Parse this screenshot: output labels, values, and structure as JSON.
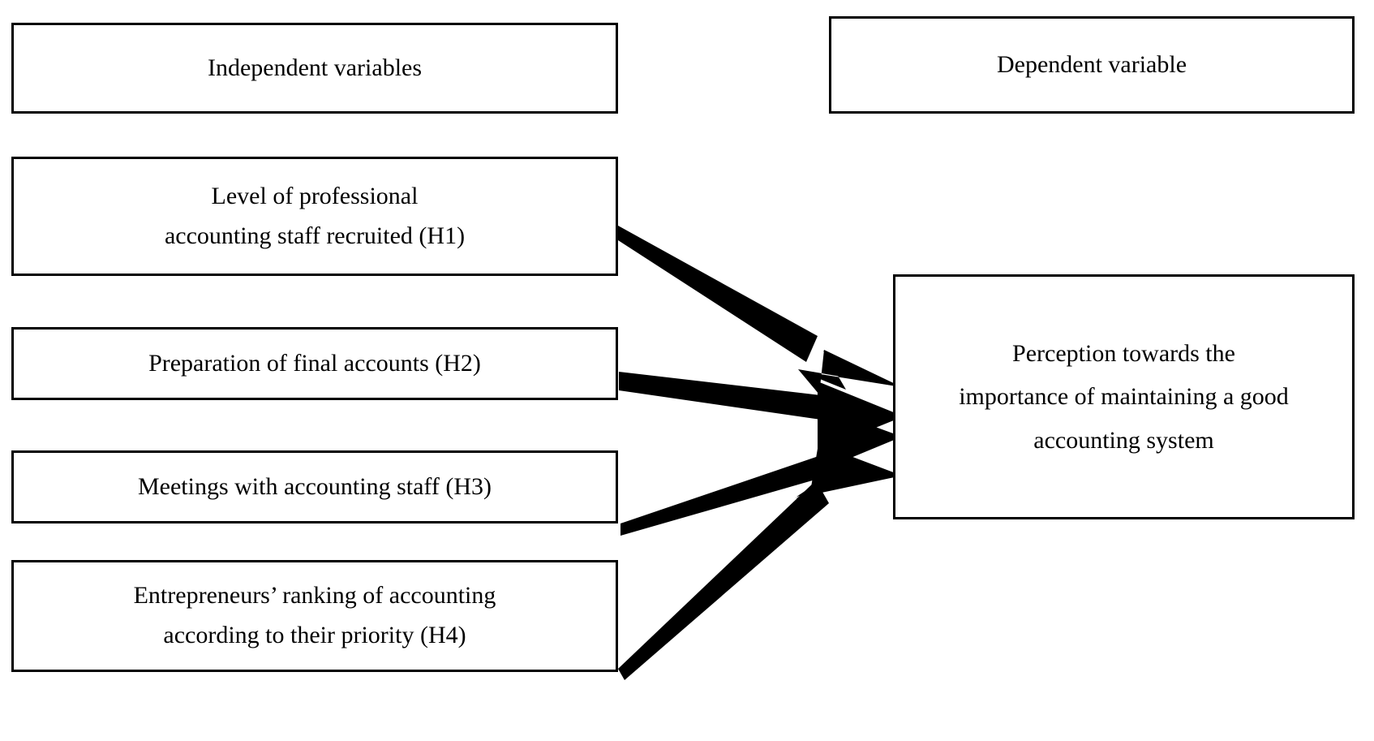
{
  "figure": {
    "type": "conceptual-framework-diagram",
    "background_color": "#ffffff",
    "stroke_color": "#000000"
  },
  "headers": {
    "independent": "Independent variables",
    "dependent": "Dependent variable"
  },
  "independent_variables": [
    {
      "id": "H1",
      "hypothesis": "H1",
      "line1": "Level of professional",
      "line2": "accounting staff recruited (H1)"
    },
    {
      "id": "H2",
      "hypothesis": "H2",
      "line1": "Preparation of final accounts (H2)",
      "line2": ""
    },
    {
      "id": "H3",
      "hypothesis": "H3",
      "line1": "Meetings with accounting staff (H3)",
      "line2": ""
    },
    {
      "id": "H4",
      "hypothesis": "H4",
      "line1": "Entrepreneurs’ ranking of accounting",
      "line2": "according to their priority (H4)"
    }
  ],
  "dependent_variable": {
    "line1": "Perception towards the",
    "line2": "importance of maintaining a good",
    "line3": "accounting system"
  },
  "arrows": [
    {
      "name": "arrow-h1-to-dependent",
      "from": "H1",
      "to": "dependent"
    },
    {
      "name": "arrow-h2-to-dependent",
      "from": "H2",
      "to": "dependent"
    },
    {
      "name": "arrow-h3-to-dependent",
      "from": "H3",
      "to": "dependent"
    },
    {
      "name": "arrow-h4-to-dependent",
      "from": "H4",
      "to": "dependent"
    }
  ]
}
